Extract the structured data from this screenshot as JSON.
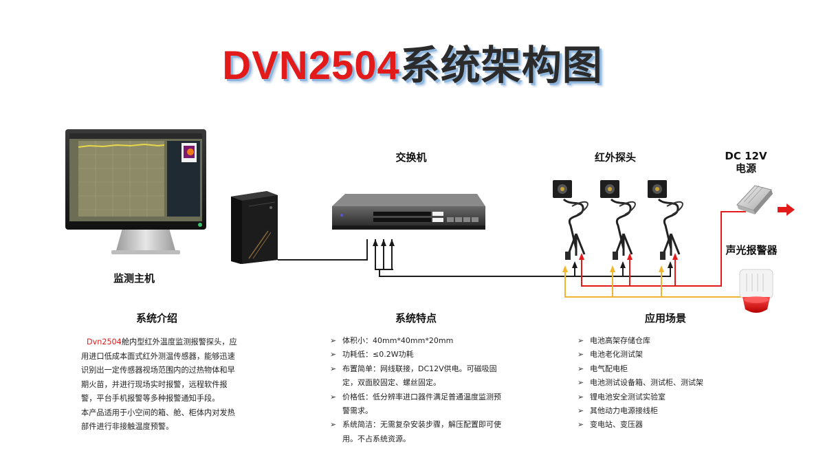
{
  "title_red": "DVN2504",
  "title_rest": "系统架构图",
  "labels": {
    "host": "监测主机",
    "switch": "交换机",
    "probe": "红外探头",
    "power_line1": "DC 12V",
    "power_line2": "电源",
    "alarm": "声光报警器"
  },
  "intro": {
    "heading": "系统介绍",
    "brand": "Dvn2504",
    "text1": "舱内型红外温度监测报警探头，应用进口低成本面式红外测温传感器，能够迅速识别出一定传感器视场范围内的过热物体和早期火苗，并进行现场实时报警，远程软件报警，平台手机报警等多种报警通知手段。",
    "text2": "本产品适用于小空间的箱、舱、柜体内对发热部件进行非接触温度预警。"
  },
  "features": {
    "heading": "系统特点",
    "items": [
      "体积小：40mm*40mm*20mm",
      "功耗低：≤0.2W功耗",
      "布置简单：网线联接，DC12V供电。可磁吸固定，双面胶固定、螺丝固定。",
      "价格低：低分辨率进口器件满足普通温度监测预警需求。",
      "系统简洁：无需复杂安装步骤，解压配置即可使用。不占系统资源。"
    ]
  },
  "applications": {
    "heading": "应用场景",
    "items": [
      "电池高架存储仓库",
      "电池老化测试架",
      "电气配电柜",
      "电池测试设备箱、测试柜、测试架",
      "锂电池安全测试实验室",
      "其他动力电源接线柜",
      "变电站、变压器"
    ]
  },
  "colors": {
    "title_red": "#e31a1a",
    "network_line": "#1a1a1a",
    "power_line": "#e31a1a",
    "alarm_line": "#f2b530"
  }
}
